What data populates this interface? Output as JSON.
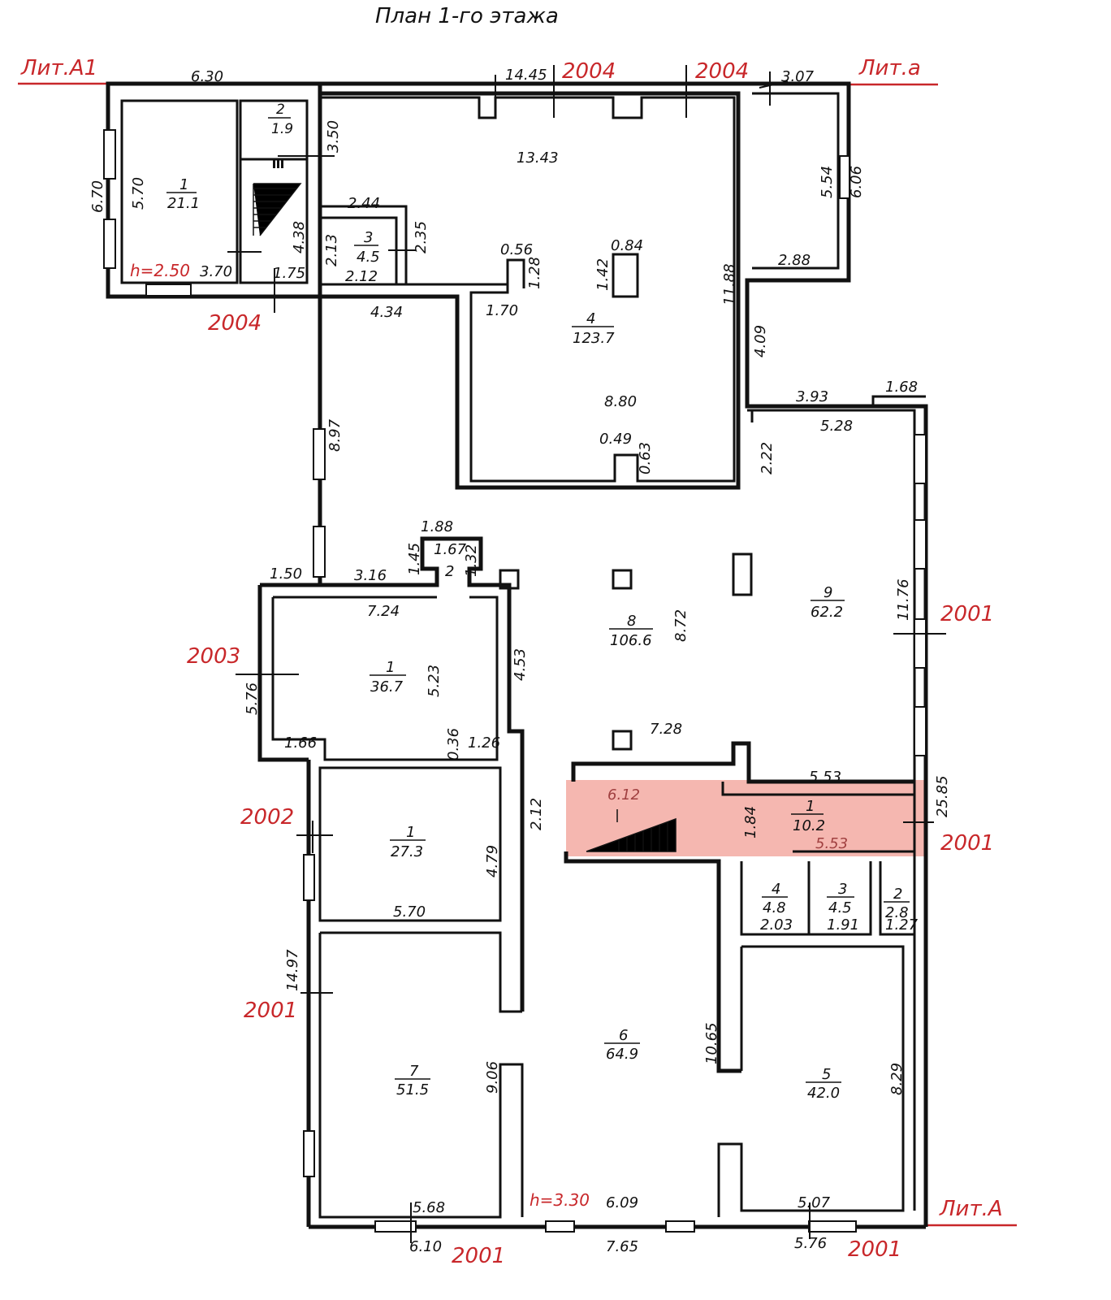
{
  "title": "План 1-го этажа",
  "letters": [
    "Лит.А1",
    "Лит.а",
    "Лит.А"
  ],
  "heights": [
    "h=2.50",
    "h=3.30"
  ],
  "years": [
    "2004",
    "2004",
    "2004",
    "2001",
    "2001",
    "2001",
    "2001",
    "2003",
    "2002",
    "2001"
  ],
  "rooms": [
    {
      "no": "1",
      "area": "21.1"
    },
    {
      "no": "2",
      "area": "1.9"
    },
    {
      "no": "3",
      "area": "4.5"
    },
    {
      "no": "4",
      "area": "123.7"
    },
    {
      "no": "9",
      "area": "62.2"
    },
    {
      "no": "8",
      "area": "106.6"
    },
    {
      "no": "1",
      "area": "36.7"
    },
    {
      "no": "2",
      "area": ""
    },
    {
      "no": "1",
      "area": "27.3"
    },
    {
      "no": "1",
      "area": "10.2"
    },
    {
      "no": "4",
      "area": "4.8"
    },
    {
      "no": "3",
      "area": "4.5"
    },
    {
      "no": "2",
      "area": "2.8"
    },
    {
      "no": "6",
      "area": "64.9"
    },
    {
      "no": "7",
      "area": "51.5"
    },
    {
      "no": "5",
      "area": "42.0"
    }
  ],
  "dims": [
    "6.30",
    "14.45",
    "3.07",
    "6.70",
    "5.70",
    "3.50",
    "4.38",
    "3.70",
    "1.75",
    "2.44",
    "2.13",
    "2.35",
    "2.12",
    "13.43",
    "0.56",
    "1.28",
    "0.84",
    "1.42",
    "1.70",
    "11.88",
    "5.54",
    "6.06",
    "2.88",
    "4.09",
    "4.34",
    "8.80",
    "0.49",
    "0.63",
    "3.93",
    "1.68",
    "5.28",
    "2.22",
    "8.97",
    "1.88",
    "1.67",
    "1.45",
    "1.32",
    "1.50",
    "3.16",
    "7.24",
    "8.72",
    "11.76",
    "5.76",
    "5.23",
    "4.53",
    "1.66",
    "0.36",
    "1.26",
    "7.28",
    "5.53",
    "25.85",
    "6.12",
    "1.84",
    "5.53",
    "2.12",
    "4.79",
    "5.70",
    "2.03",
    "1.91",
    "1.27",
    "14.97",
    "10.65",
    "9.06",
    "8.29",
    "5.68",
    "6.10",
    "6.09",
    "7.65",
    "5.07",
    "5.76"
  ]
}
